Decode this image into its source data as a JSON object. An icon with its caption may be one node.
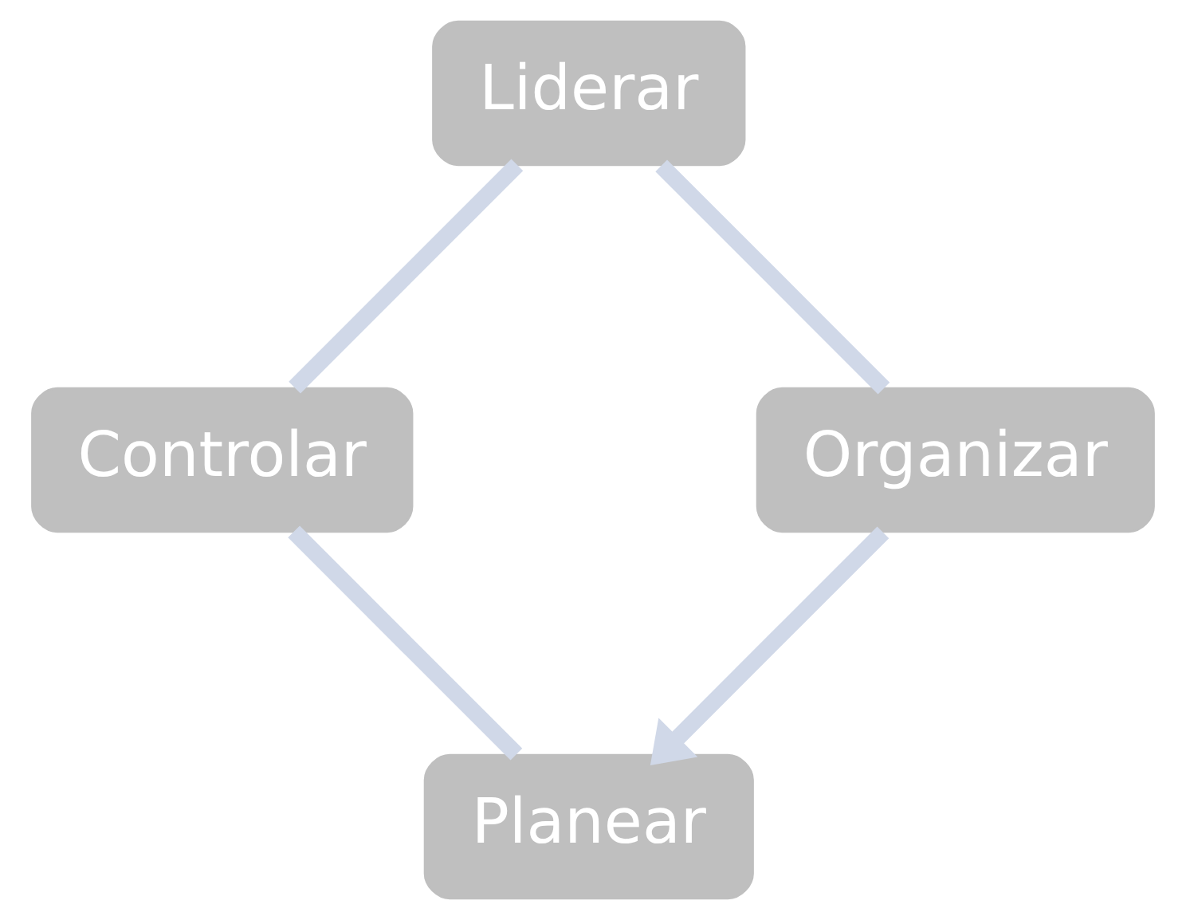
{
  "diagram": {
    "nodes": [
      {
        "text": [
          "Planear"
        ]
      },
      {
        "text": [
          "Organizar"
        ]
      },
      {
        "text": [
          "Controlar"
        ]
      },
      {
        "text": [
          "Liderar"
        ]
      }
    ],
    "edges": [
      {
        "from": 0,
        "to": 2,
        "arrow": "none"
      },
      {
        "from": 2,
        "to": 3,
        "arrow": "none"
      },
      {
        "from": 3,
        "to": 1,
        "arrow": "none"
      },
      {
        "from": 1,
        "to": 0,
        "arrow": "to"
      }
    ]
  }
}
